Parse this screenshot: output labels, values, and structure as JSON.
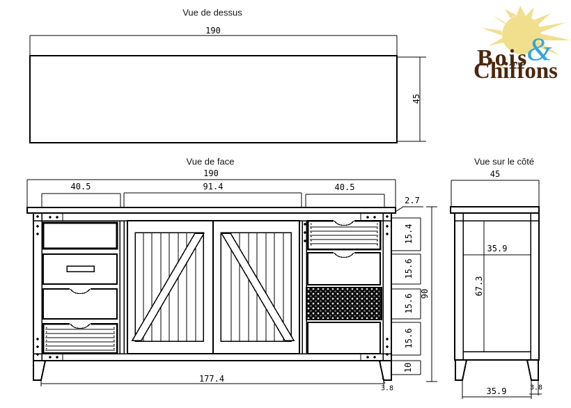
{
  "page": {
    "background": "#ffffff",
    "stroke_color": "#000000"
  },
  "logo": {
    "word1": "Bois",
    "ampersand": "&",
    "word2": "Chiffons",
    "colors": {
      "text_brown": "#4b2710",
      "ampersand_blue": "#36a5de",
      "sun_yellow": "#f2df8d"
    }
  },
  "views": {
    "top": {
      "title": "Vue de dessus",
      "dims": {
        "width": "190",
        "depth": "45"
      }
    },
    "front": {
      "title": "Vue de face",
      "dims": {
        "total_width": "190",
        "left_module": "40.5",
        "center_module": "91.4",
        "right_module": "40.5",
        "top_thickness": "2.7",
        "right_chain": [
          "15.4",
          "15.6",
          "15.6",
          "15.6",
          "10"
        ],
        "overall_height": "90",
        "feet_inner_span": "177.4",
        "foot_width": "3.8"
      }
    },
    "side": {
      "title": "Vue sur le côté",
      "dims": {
        "depth": "45",
        "inner_depth": "35.9",
        "inner_height": "67.3",
        "feet_inner_span": "35.9",
        "foot_width": "3.8"
      }
    }
  }
}
